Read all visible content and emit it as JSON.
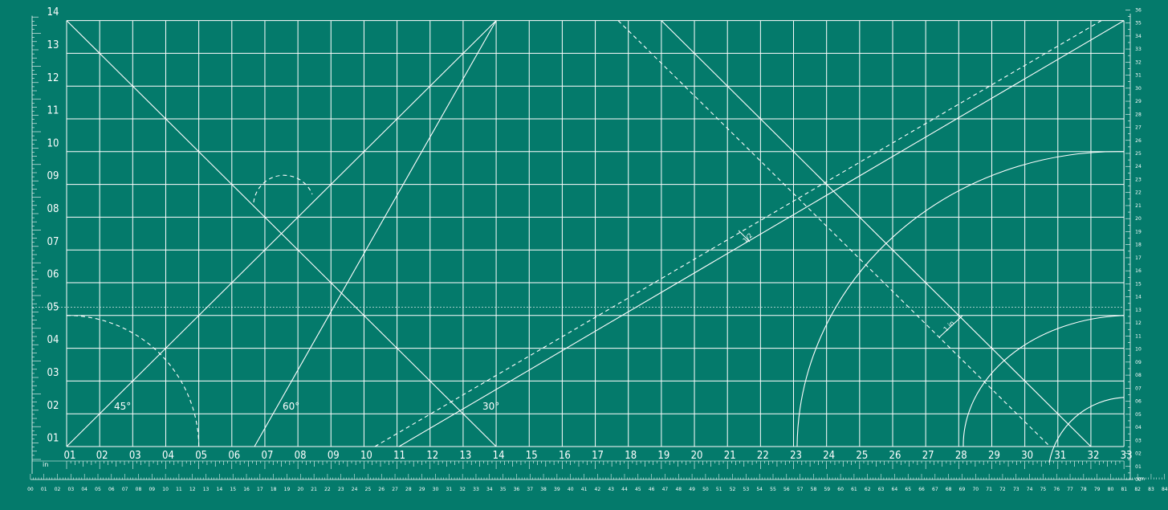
{
  "mat": {
    "background_color": "#047a6b",
    "line_color": "#ffffff",
    "unit_inch": "in",
    "unit_cm": "cm",
    "inch_bottom_labels": [
      "01",
      "02",
      "03",
      "04",
      "05",
      "06",
      "07",
      "08",
      "09",
      "10",
      "11",
      "12",
      "13",
      "14",
      "15",
      "16",
      "17",
      "18",
      "19",
      "20",
      "21",
      "22",
      "23",
      "24",
      "25",
      "26",
      "27",
      "28",
      "29",
      "30",
      "31",
      "32",
      "33"
    ],
    "inch_left_labels": [
      "01",
      "02",
      "03",
      "04",
      "05",
      "06",
      "07",
      "08",
      "09",
      "10",
      "11",
      "12",
      "13",
      "14"
    ],
    "cm_bottom_labels": [
      "00",
      "01",
      "02",
      "03",
      "04",
      "05",
      "06",
      "07",
      "08",
      "09",
      "10",
      "11",
      "12",
      "13",
      "14",
      "15",
      "16",
      "17",
      "18",
      "19",
      "20",
      "21",
      "22",
      "23",
      "24",
      "25",
      "26",
      "27",
      "28",
      "29",
      "30",
      "31",
      "32",
      "33",
      "34",
      "35",
      "36",
      "37",
      "38",
      "39",
      "40",
      "41",
      "42",
      "43",
      "44",
      "45",
      "46",
      "47",
      "48",
      "49",
      "50",
      "51",
      "52",
      "53",
      "54",
      "55",
      "56",
      "57",
      "58",
      "59",
      "60",
      "61",
      "62",
      "63",
      "64",
      "65",
      "66",
      "67",
      "68",
      "69",
      "70",
      "71",
      "72",
      "73",
      "74",
      "75",
      "76",
      "77",
      "78",
      "79",
      "80",
      "81",
      "82",
      "83",
      "84"
    ],
    "cm_right_labels": [
      "00",
      "01",
      "02",
      "03",
      "04",
      "05",
      "06",
      "07",
      "08",
      "09",
      "10",
      "11",
      "12",
      "13",
      "14",
      "15",
      "16",
      "17",
      "18",
      "19",
      "20",
      "21",
      "22",
      "23",
      "24",
      "25",
      "26",
      "27",
      "28",
      "29",
      "30",
      "31",
      "32",
      "33",
      "34",
      "35",
      "36"
    ],
    "angle_labels": [
      "45°",
      "60°",
      "30°"
    ],
    "width_labels": [
      "1/2",
      "1 in"
    ]
  }
}
